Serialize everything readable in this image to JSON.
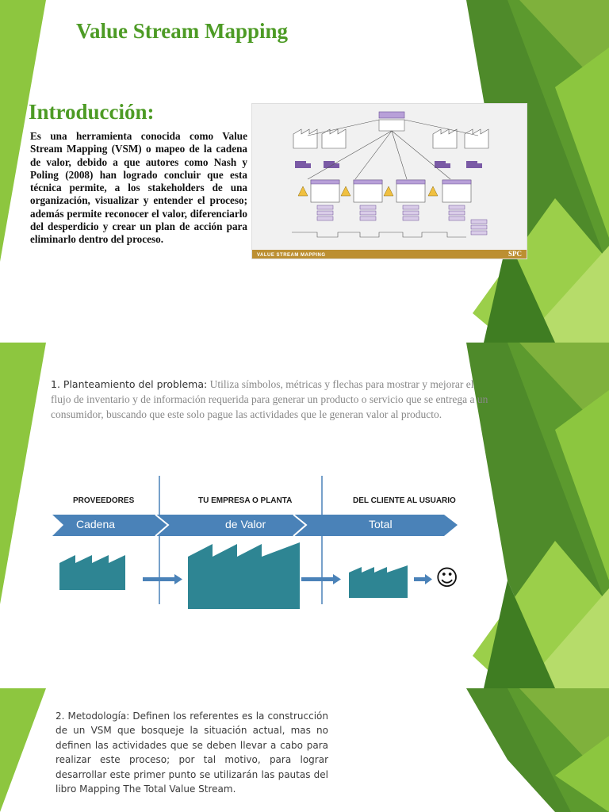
{
  "colors": {
    "title_green": "#4d9b25",
    "chevron_blue": "#4a82b8",
    "factory_teal": "#2e8593"
  },
  "slide1": {
    "title": "Value Stream Mapping",
    "heading": "Introducción:",
    "body": "Es una herramienta conocida como Value Stream Mapping (VSM) o mapeo de la cadena de valor, debido a que autores como Nash y Poling (2008) han logrado concluir que esta técnica permite, a los stakeholders de una organización, visualizar y entender el proceso; además permite reconocer el valor, diferenciarlo del desperdicio y crear un plan de acción para eliminarlo dentro del proceso.",
    "image": {
      "banner": "VALUE STREAM MAPPING",
      "logo": "SPC"
    }
  },
  "slide2": {
    "lead": "1. Planteamiento del problema:",
    "body": " Utiliza símbolos, métricas y flechas para mostrar y mejorar el flujo de inventario y de información requerida para generar un producto o servicio que se entrega a un consumidor, buscando que este solo pague las actividades que le generan valor al producto.",
    "diagram": {
      "headers": [
        "PROVEEDORES",
        "TU EMPRESA O PLANTA",
        "DEL CLIENTE AL USUARIO"
      ],
      "chevrons": [
        "Cadena",
        "de Valor",
        "Total"
      ],
      "smiley": "☺"
    }
  },
  "slide3": {
    "body": "2. Metodología: Definen los referentes es la construcción de un VSM que bosqueje la situación actual, mas no definen las actividades que se deben llevar a cabo para realizar este proceso; por tal motivo, para lograr desarrollar este primer punto se utilizarán las pautas del libro Mapping The Total Value Stream."
  }
}
